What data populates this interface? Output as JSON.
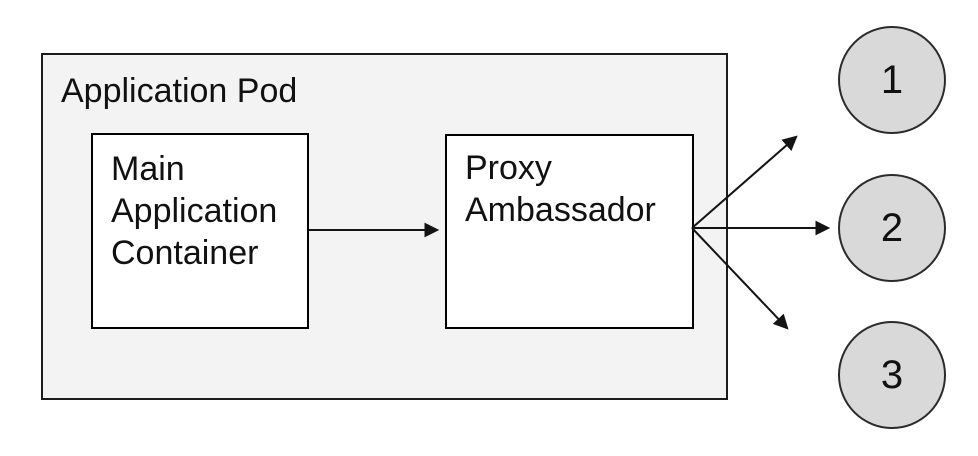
{
  "diagram": {
    "pod": {
      "label": "Application Pod"
    },
    "containers": [
      {
        "id": "main-application-container",
        "label": "Main Application Container"
      },
      {
        "id": "proxy-ambassador",
        "label": "Proxy Ambassador"
      }
    ],
    "endpoints": [
      {
        "label": "1"
      },
      {
        "label": "2"
      },
      {
        "label": "3"
      }
    ],
    "connections": [
      {
        "from": "Main Application Container",
        "to": "Proxy Ambassador"
      },
      {
        "from": "Proxy Ambassador",
        "to": "1"
      },
      {
        "from": "Proxy Ambassador",
        "to": "2"
      },
      {
        "from": "Proxy Ambassador",
        "to": "3"
      }
    ],
    "colors": {
      "pod_fill": "#f3f3f3",
      "container_fill": "#ffffff",
      "endpoint_fill": "#d9d9d9",
      "stroke": "#1c1c1c",
      "text": "#111111"
    }
  }
}
